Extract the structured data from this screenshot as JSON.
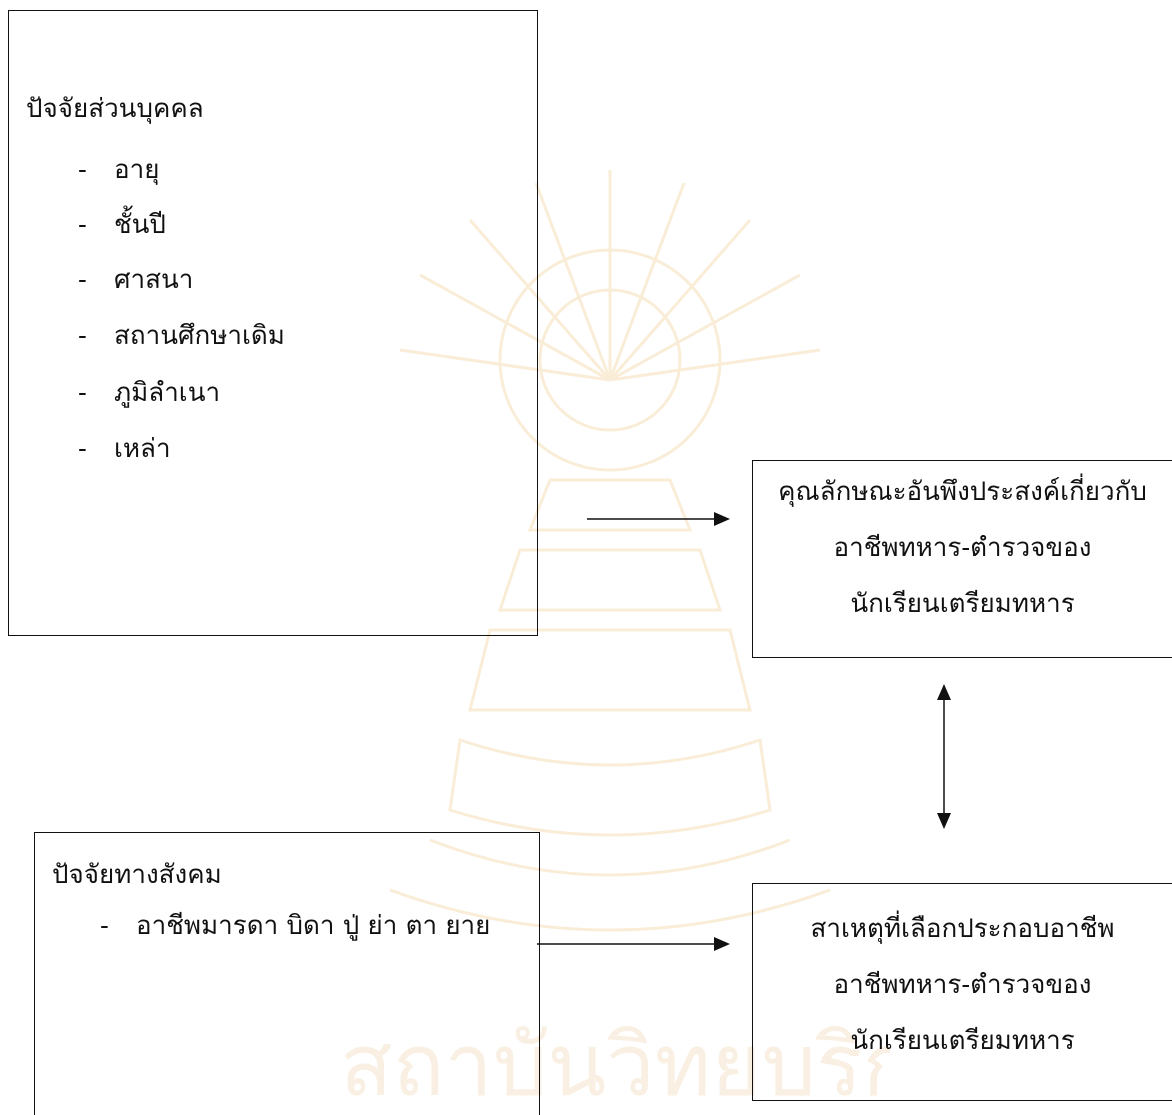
{
  "personal_factors": {
    "title": "ปัจจัยส่วนบุคคล",
    "items": [
      {
        "dash": "-",
        "label": "อายุ"
      },
      {
        "dash": "-",
        "label": "ชั้นปี"
      },
      {
        "dash": "-",
        "label": "ศาสนา"
      },
      {
        "dash": "-",
        "label": "สถานศึกษาเดิม"
      },
      {
        "dash": "-",
        "label": "ภูมิลำเนา"
      },
      {
        "dash": "-",
        "label": "เหล่า"
      }
    ]
  },
  "social_factors": {
    "title": "ปัจจัยทางสังคม",
    "items": [
      {
        "dash": "-",
        "label": "อาชีพมารดา บิดา ปู่ ย่า ตา ยาย"
      }
    ]
  },
  "desired_characteristics": {
    "lines": [
      "คุณลักษณะอันพึงประสงค์เกี่ยวกับ",
      "อาชีพทหาร-ตำรวจของ",
      "นักเรียนเตรียมทหาร"
    ]
  },
  "career_reasons": {
    "lines": [
      "สาเหตุที่เลือกประกอบอาชีพ",
      "อาชีพทหาร-ตำรวจของ",
      "นักเรียนเตรียมทหาร"
    ]
  },
  "colors": {
    "line": "#111111",
    "watermark": "#f3d7a8"
  },
  "icons": {
    "watermark": "university-emblem-watermark",
    "arrow_personal": "right-arrow-icon",
    "arrow_social": "right-arrow-icon",
    "arrow_link": "double-vertical-arrow-icon"
  }
}
